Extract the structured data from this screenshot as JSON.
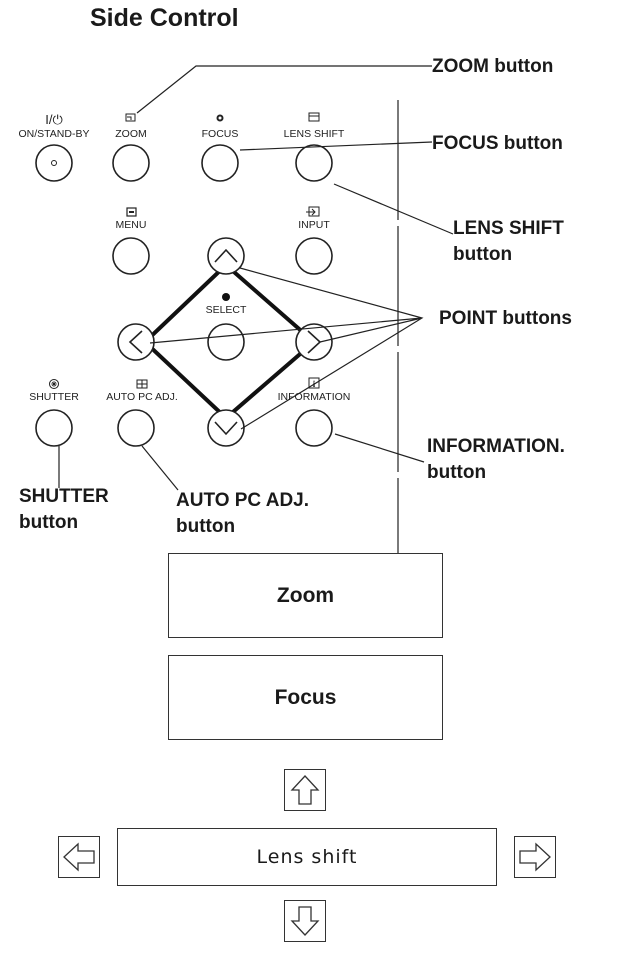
{
  "title": "Side Control",
  "buttons": {
    "on_standby": "ON/STAND-BY",
    "on_standby_symbol": "I/⏻",
    "zoom": "ZOOM",
    "focus": "FOCUS",
    "lens_shift": "LENS SHIFT",
    "menu": "MENU",
    "input": "INPUT",
    "select": "SELECT",
    "shutter": "SHUTTER",
    "auto_pc_adj": "AUTO PC ADJ.",
    "information": "INFORMATION"
  },
  "callouts": {
    "zoom": "ZOOM button",
    "focus": "FOCUS button",
    "lens_shift_1": "LENS SHIFT",
    "lens_shift_2": "button",
    "point": "POINT buttons",
    "information_1": "INFORMATION.",
    "information_2": "button",
    "shutter_1": "SHUTTER",
    "shutter_2": "button",
    "auto_pc_adj_1": "AUTO PC ADJ.",
    "auto_pc_adj_2": "button"
  },
  "osd": {
    "zoom": "Zoom",
    "focus": "Focus",
    "lens_shift": "Lens shift"
  },
  "icons": [
    "power-icon",
    "zoom-icon",
    "focus-icon",
    "lens-shift-icon",
    "menu-icon",
    "input-icon",
    "select-icon",
    "shutter-icon",
    "auto-pc-adj-icon",
    "information-icon",
    "arrow-up-icon",
    "arrow-down-icon",
    "arrow-left-icon",
    "arrow-right-icon"
  ]
}
